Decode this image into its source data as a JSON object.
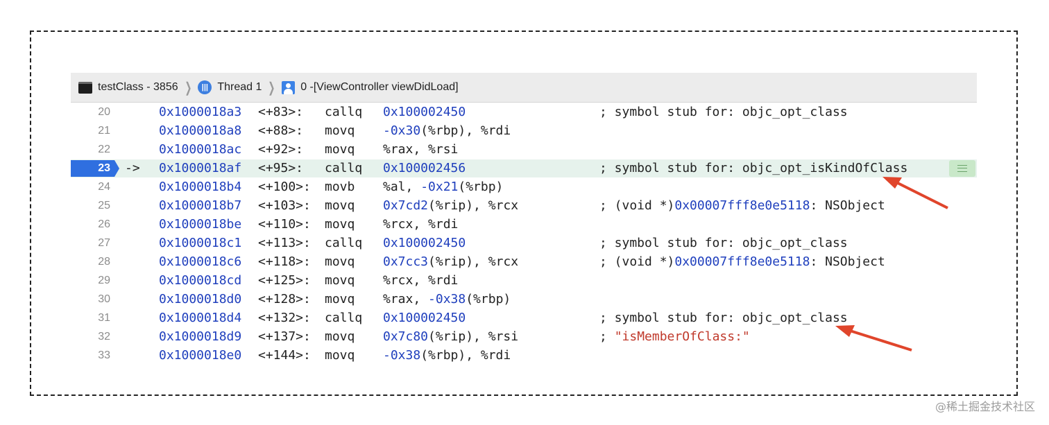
{
  "jumpbar": {
    "process": "testClass - 3856",
    "thread": "Thread 1",
    "frame": "0 -[ViewController viewDidLoad]"
  },
  "current_line_marker": "->",
  "lines": [
    {
      "n": "20",
      "addr": "0x1000018a3",
      "off": "<+83>:",
      "op": "callq",
      "args": [
        {
          "t": "0x100002450",
          "c": "num"
        }
      ],
      "comment": [
        {
          "t": "; symbol stub for: objc_opt_class",
          "c": ""
        }
      ]
    },
    {
      "n": "21",
      "addr": "0x1000018a8",
      "off": "<+88>:",
      "op": "movq",
      "args": [
        {
          "t": "-0x30",
          "c": "num"
        },
        {
          "t": "(%rbp), %rdi",
          "c": ""
        }
      ],
      "comment": []
    },
    {
      "n": "22",
      "addr": "0x1000018ac",
      "off": "<+92>:",
      "op": "movq",
      "args": [
        {
          "t": "%rax, %rsi",
          "c": ""
        }
      ],
      "comment": []
    },
    {
      "n": "23",
      "addr": "0x1000018af",
      "off": "<+95>:",
      "op": "callq",
      "args": [
        {
          "t": "0x100002456",
          "c": "num"
        }
      ],
      "comment": [
        {
          "t": "; symbol stub for: objc_opt_isKindOfClass",
          "c": ""
        }
      ],
      "current": true
    },
    {
      "n": "24",
      "addr": "0x1000018b4",
      "off": "<+100>:",
      "op": "movb",
      "args": [
        {
          "t": "%al, ",
          "c": ""
        },
        {
          "t": "-0x21",
          "c": "num"
        },
        {
          "t": "(%rbp)",
          "c": ""
        }
      ],
      "comment": []
    },
    {
      "n": "25",
      "addr": "0x1000018b7",
      "off": "<+103>:",
      "op": "movq",
      "args": [
        {
          "t": "0x7cd2",
          "c": "num"
        },
        {
          "t": "(%rip), %rcx",
          "c": ""
        }
      ],
      "comment": [
        {
          "t": "; (void *)",
          "c": ""
        },
        {
          "t": "0x00007fff8e0e5118",
          "c": "num"
        },
        {
          "t": ": NSObject",
          "c": ""
        }
      ]
    },
    {
      "n": "26",
      "addr": "0x1000018be",
      "off": "<+110>:",
      "op": "movq",
      "args": [
        {
          "t": "%rcx, %rdi",
          "c": ""
        }
      ],
      "comment": []
    },
    {
      "n": "27",
      "addr": "0x1000018c1",
      "off": "<+113>:",
      "op": "callq",
      "args": [
        {
          "t": "0x100002450",
          "c": "num"
        }
      ],
      "comment": [
        {
          "t": "; symbol stub for: objc_opt_class",
          "c": ""
        }
      ]
    },
    {
      "n": "28",
      "addr": "0x1000018c6",
      "off": "<+118>:",
      "op": "movq",
      "args": [
        {
          "t": "0x7cc3",
          "c": "num"
        },
        {
          "t": "(%rip), %rcx",
          "c": ""
        }
      ],
      "comment": [
        {
          "t": "; (void *)",
          "c": ""
        },
        {
          "t": "0x00007fff8e0e5118",
          "c": "num"
        },
        {
          "t": ": NSObject",
          "c": ""
        }
      ]
    },
    {
      "n": "29",
      "addr": "0x1000018cd",
      "off": "<+125>:",
      "op": "movq",
      "args": [
        {
          "t": "%rcx, %rdi",
          "c": ""
        }
      ],
      "comment": []
    },
    {
      "n": "30",
      "addr": "0x1000018d0",
      "off": "<+128>:",
      "op": "movq",
      "args": [
        {
          "t": "%rax, ",
          "c": ""
        },
        {
          "t": "-0x38",
          "c": "num"
        },
        {
          "t": "(%rbp)",
          "c": ""
        }
      ],
      "comment": []
    },
    {
      "n": "31",
      "addr": "0x1000018d4",
      "off": "<+132>:",
      "op": "callq",
      "args": [
        {
          "t": "0x100002450",
          "c": "num"
        }
      ],
      "comment": [
        {
          "t": "; symbol stub for: objc_opt_class",
          "c": ""
        }
      ]
    },
    {
      "n": "32",
      "addr": "0x1000018d9",
      "off": "<+137>:",
      "op": "movq",
      "args": [
        {
          "t": "0x7c80",
          "c": "num"
        },
        {
          "t": "(%rip), %rsi",
          "c": ""
        }
      ],
      "comment": [
        {
          "t": "; ",
          "c": ""
        },
        {
          "t": "\"isMemberOfClass:\"",
          "c": "str"
        }
      ]
    },
    {
      "n": "33",
      "addr": "0x1000018e0",
      "off": "<+144>:",
      "op": "movq",
      "args": [
        {
          "t": "-0x38",
          "c": "num"
        },
        {
          "t": "(%rbp), %rdi",
          "c": ""
        }
      ],
      "comment": []
    }
  ],
  "watermark": "@稀土掘金技术社区",
  "colors": {
    "address": "#1f3fbd",
    "current_badge": "#2f6fe0",
    "string": "#c0392b",
    "annotation_arrow": "#e0452b"
  }
}
